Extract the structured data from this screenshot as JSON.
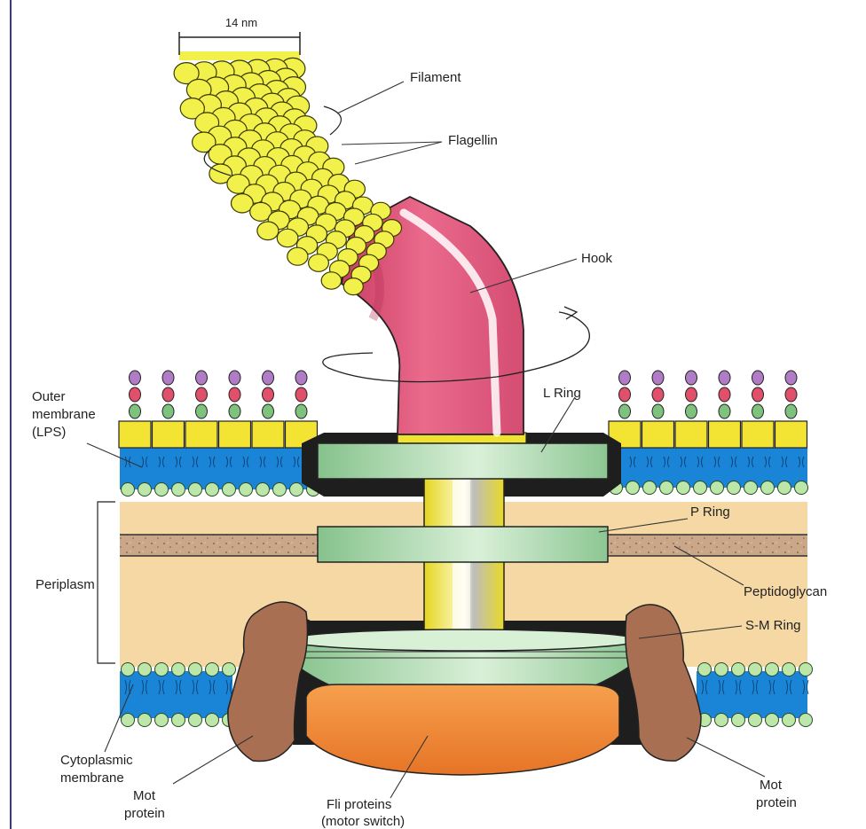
{
  "labels": {
    "scale": "14 nm",
    "filament": "Filament",
    "flagellin": "Flagellin",
    "hook": "Hook",
    "outer_membrane_1": "Outer",
    "outer_membrane_2": "membrane",
    "outer_membrane_3": "(LPS)",
    "l_ring": "L Ring",
    "p_ring": "P Ring",
    "periplasm": "Periplasm",
    "peptidoglycan": "Peptidoglycan",
    "sm_ring": "S-M Ring",
    "cyto_1": "Cytoplasmic",
    "cyto_2": "membrane",
    "mot_left_1": "Mot",
    "mot_left_2": "protein",
    "mot_right_1": "Mot",
    "mot_right_2": "protein",
    "fli_1": "Fli proteins",
    "fli_2": "(motor switch)"
  },
  "colors": {
    "flagellin": "#f2f04a",
    "hook": "#e45a80",
    "ring": "#a9d8ae",
    "lps": "#f3e434",
    "lipid_head": "#bde7a9",
    "lipid_tail": "#1a84d6",
    "periplasm": "#f6d8a4",
    "peptidoglycan": "#c9a489",
    "mot": "#a86f52",
    "fli": "#ee8a3a",
    "rod": "#f3ea2e"
  }
}
